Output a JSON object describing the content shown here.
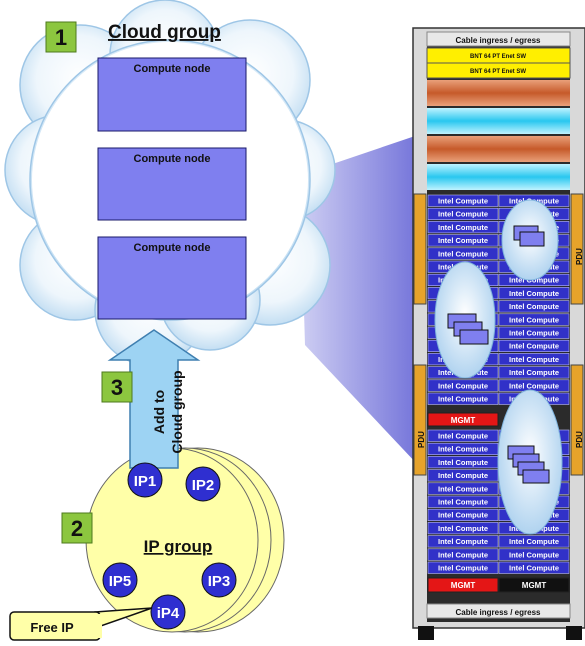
{
  "cloud": {
    "step": "1",
    "title": "Cloud group",
    "nodes": [
      "Compute node",
      "Compute node",
      "Compute node"
    ]
  },
  "arrow": {
    "step": "3",
    "label_line1": "Add to",
    "label_line2": "Cloud group"
  },
  "ip_group": {
    "step": "2",
    "title": "IP group",
    "ips": [
      "IP1",
      "IP2",
      "IP5",
      "IP3",
      "iP4"
    ],
    "callout": "Free IP"
  },
  "rack": {
    "cable_top": "Cable ingress / egress",
    "cable_bottom": "Cable ingress / egress",
    "switches": [
      "BNT 64 PT Enet SW",
      "BNT 64 PT Enet SW"
    ],
    "pdu_label": "PDU",
    "compute_label": "Intel Compute",
    "mgmt_label": "MGMT"
  },
  "colors": {
    "step_badge": "#8cc63f",
    "node_fill": "#7f7fef",
    "arrow_fill": "#9dd3f3",
    "ip_group_fill": "#ffffa8",
    "ip_circle": "#2f2fd0",
    "rack_blue": "#3131c8",
    "mgmt_red": "#e41616"
  }
}
